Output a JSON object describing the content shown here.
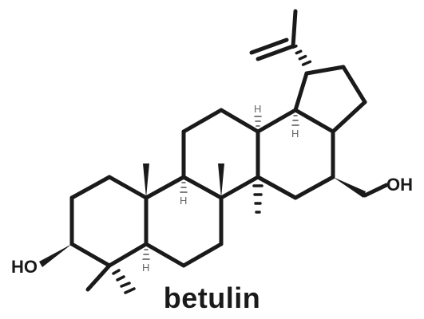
{
  "compound": {
    "name": "betulin"
  },
  "labels": {
    "hydroxyl_left": "HO",
    "hydroxyl_right": "OH",
    "stereo_h": "H"
  },
  "colors": {
    "ink": "#1a1a1a",
    "stereo_h_ink": "#666666",
    "background": "#ffffff"
  }
}
